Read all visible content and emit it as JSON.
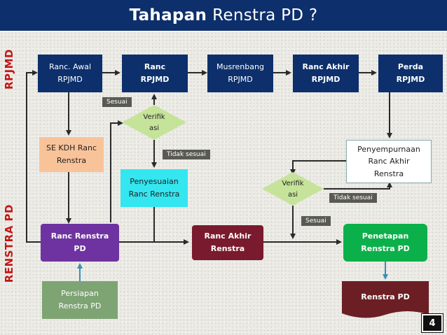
{
  "title": {
    "bold": "Tahapan",
    "rest": "Renstra PD ?"
  },
  "side_labels": {
    "top": "RPJMD",
    "bottom": "RENSTRA PD"
  },
  "boxes": {
    "ranc_awal": "Ranc. Awal\nRPJMD",
    "ranc_rpjmd": "Ranc\nRPJMD",
    "musrenbang": "Musrenbang\nRPJMD",
    "ranc_akhir_rpjmd": "Ranc Akhir\nRPJMD",
    "perda": "Perda\nRPJMD",
    "se_kdh": "SE KDH Ranc\nRenstra",
    "penyesuaian": "Penyesuaian\nRanc Renstra",
    "penyempurnaan": "Penyempurnaan\nRanc Akhir\nRenstra",
    "ranc_renstra_pd": "Ranc Renstra\nPD",
    "ranc_akhir_renstra": "Ranc Akhir\nRenstra",
    "penetapan": "Penetapan\nRenstra PD",
    "persiapan": "Persiapan\nRenstra PD",
    "renstra_pd_doc": "Renstra PD"
  },
  "diamonds": {
    "verifikasi_1": "Verifik\nasi",
    "verifikasi_2": "Verifik\nasi"
  },
  "tags": {
    "sesuai_1": "Sesuai",
    "tidak_sesuai_1": "Tidak sesuai",
    "tidak_sesuai_2": "Tidak sesuai",
    "sesuai_2": "Sesuai"
  },
  "page_number": "4",
  "colors": {
    "navy": "#0d2f6b",
    "purple": "#6e33a0",
    "maroon": "#7a1a2e",
    "green": "#0cb04a",
    "diamond": "#c6e39a",
    "doc": "#6b1f24",
    "arrow_teal": "#3b8fb0",
    "label_red": "#c21818"
  }
}
